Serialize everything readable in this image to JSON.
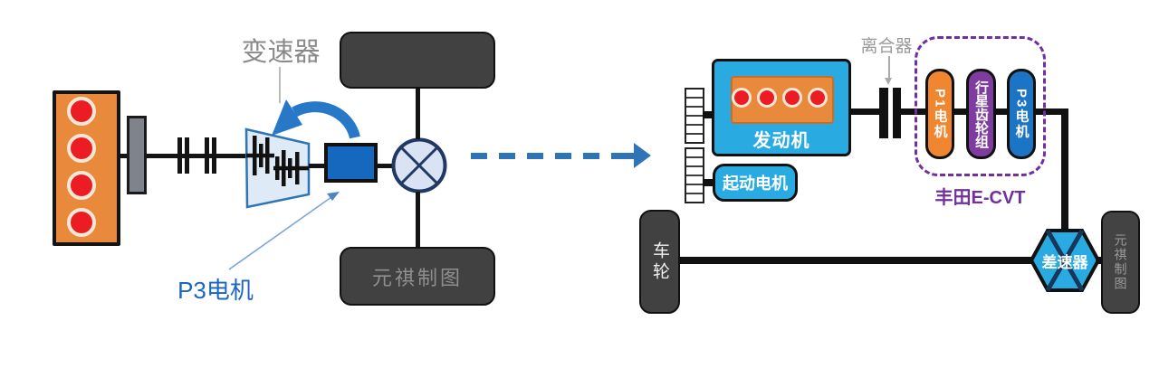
{
  "left": {
    "transmission_label": "变速器",
    "motor_label": "P3电机",
    "wheel_watermark": "元祺制图"
  },
  "right": {
    "engine_label": "发动机",
    "starter_label": "起动电机",
    "clutch_label": "离合器",
    "ecvt_label": "丰田E-CVT",
    "pills": [
      {
        "label": "P1电机",
        "color": "#F0862F"
      },
      {
        "label": "行星齿轮组",
        "color": "#7D3C9E"
      },
      {
        "label": "P3电机",
        "color": "#1B74C4"
      }
    ],
    "differential_label": "差速器",
    "wheel_label": "车轮",
    "wheel_watermark": "元祺制图"
  },
  "colors": {
    "engine_orange": "#E8893C",
    "cylinder_red": "#EC1C24",
    "cylinder_ring": "#F2E8D5",
    "shaft_black": "#141414",
    "transmission_fill": "#DEEAF6",
    "transmission_stroke": "#2E75B6",
    "accent_blue": "#2878C8",
    "motor_blue": "#1668BE",
    "differential_fill": "#DAE3F3",
    "differential_stroke": "#1F3864",
    "wheel_dark": "#414141",
    "label_gray": "#8A8A8A",
    "cyan": "#29ABE2",
    "pill_orange": "#F0862F",
    "pill_purple": "#7D3C9E",
    "pill_blue": "#1B74C4",
    "ecvt_purple": "#7030A0"
  }
}
